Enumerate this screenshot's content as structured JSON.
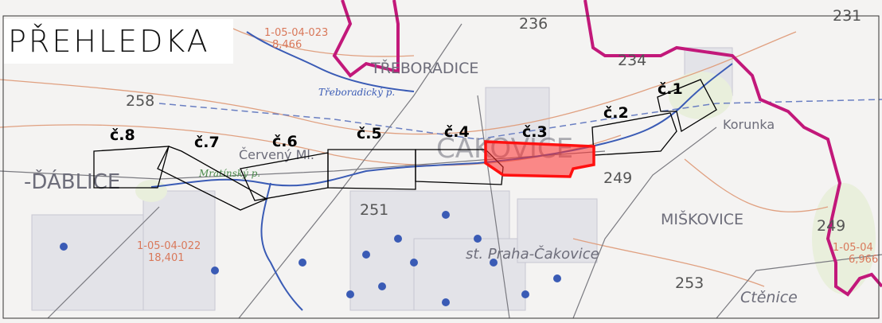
{
  "title": "PŘEHLEDKA",
  "segments": [
    "č.1",
    "č.2",
    "č.3",
    "č.4",
    "č.5",
    "č.6",
    "č.7",
    "č.8"
  ],
  "places": {
    "treboradice": "TŘEBORADICE",
    "cakovice": "ČAKOVICE",
    "dablice": "-ĎÁBLICE",
    "miskovice": "MIŠKOVICE",
    "korunka": "Korunka",
    "ctenice": "Ctěnice",
    "praha_cakovice": "st. Praha-Čakovice",
    "cerveny_mlyn": "Červený Ml.",
    "treboradicky_potok": "Třeboradický p.",
    "mratinsky_potok": "Mratínský p."
  },
  "elevations": [
    "236",
    "231",
    "234",
    "258",
    "249",
    "251",
    "249",
    "253"
  ],
  "gauges": [
    {
      "id": "1-05-04-023",
      "value": "8,466"
    },
    {
      "id": "1-05-04-022",
      "value": "18,401"
    },
    {
      "id": "1-05-04",
      "value": "6,966"
    }
  ],
  "colors": {
    "highlight": "#ff2020",
    "boundary": "#c2187a",
    "water": "#3a5bb5",
    "contour": "#e0a080"
  }
}
